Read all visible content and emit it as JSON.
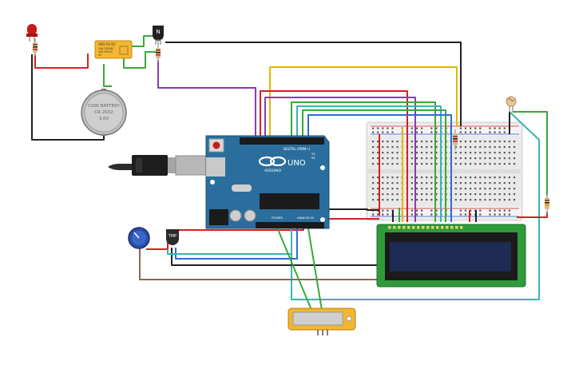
{
  "relay": {
    "line1": "SRD-5V-DC",
    "line2": "10A 250VAC",
    "line3": "10A 30VDC",
    "line4": "5V"
  },
  "battery": {
    "line1": "COIN BATTERY",
    "line2": "CR 2032",
    "line3": "3.0V"
  },
  "transistor": {
    "label": "N"
  },
  "arduino": {
    "brand": "ARDUINO",
    "model": "UNO",
    "digital_label": "DIGITAL (PWM~)",
    "power_label": "POWER",
    "analog_label": "ANALOG IN",
    "tx_label": "TX",
    "rx_label": "RX"
  },
  "temp_sensor": {
    "label": "TMP"
  },
  "colors": {
    "arduino_board": "#2a6e9e",
    "breadboard": "#e8e8e8",
    "lcd_board": "#2f9a3a",
    "lcd_screen": "#1e2b52",
    "wire_red": "#d62020",
    "wire_black": "#222222",
    "wire_green": "#3aa83a",
    "wire_yellow": "#e6b800",
    "wire_purple": "#8a3ab3",
    "wire_teal": "#3ab3b3",
    "wire_blue": "#2a6ed6",
    "wire_brown": "#8a6a4a"
  }
}
